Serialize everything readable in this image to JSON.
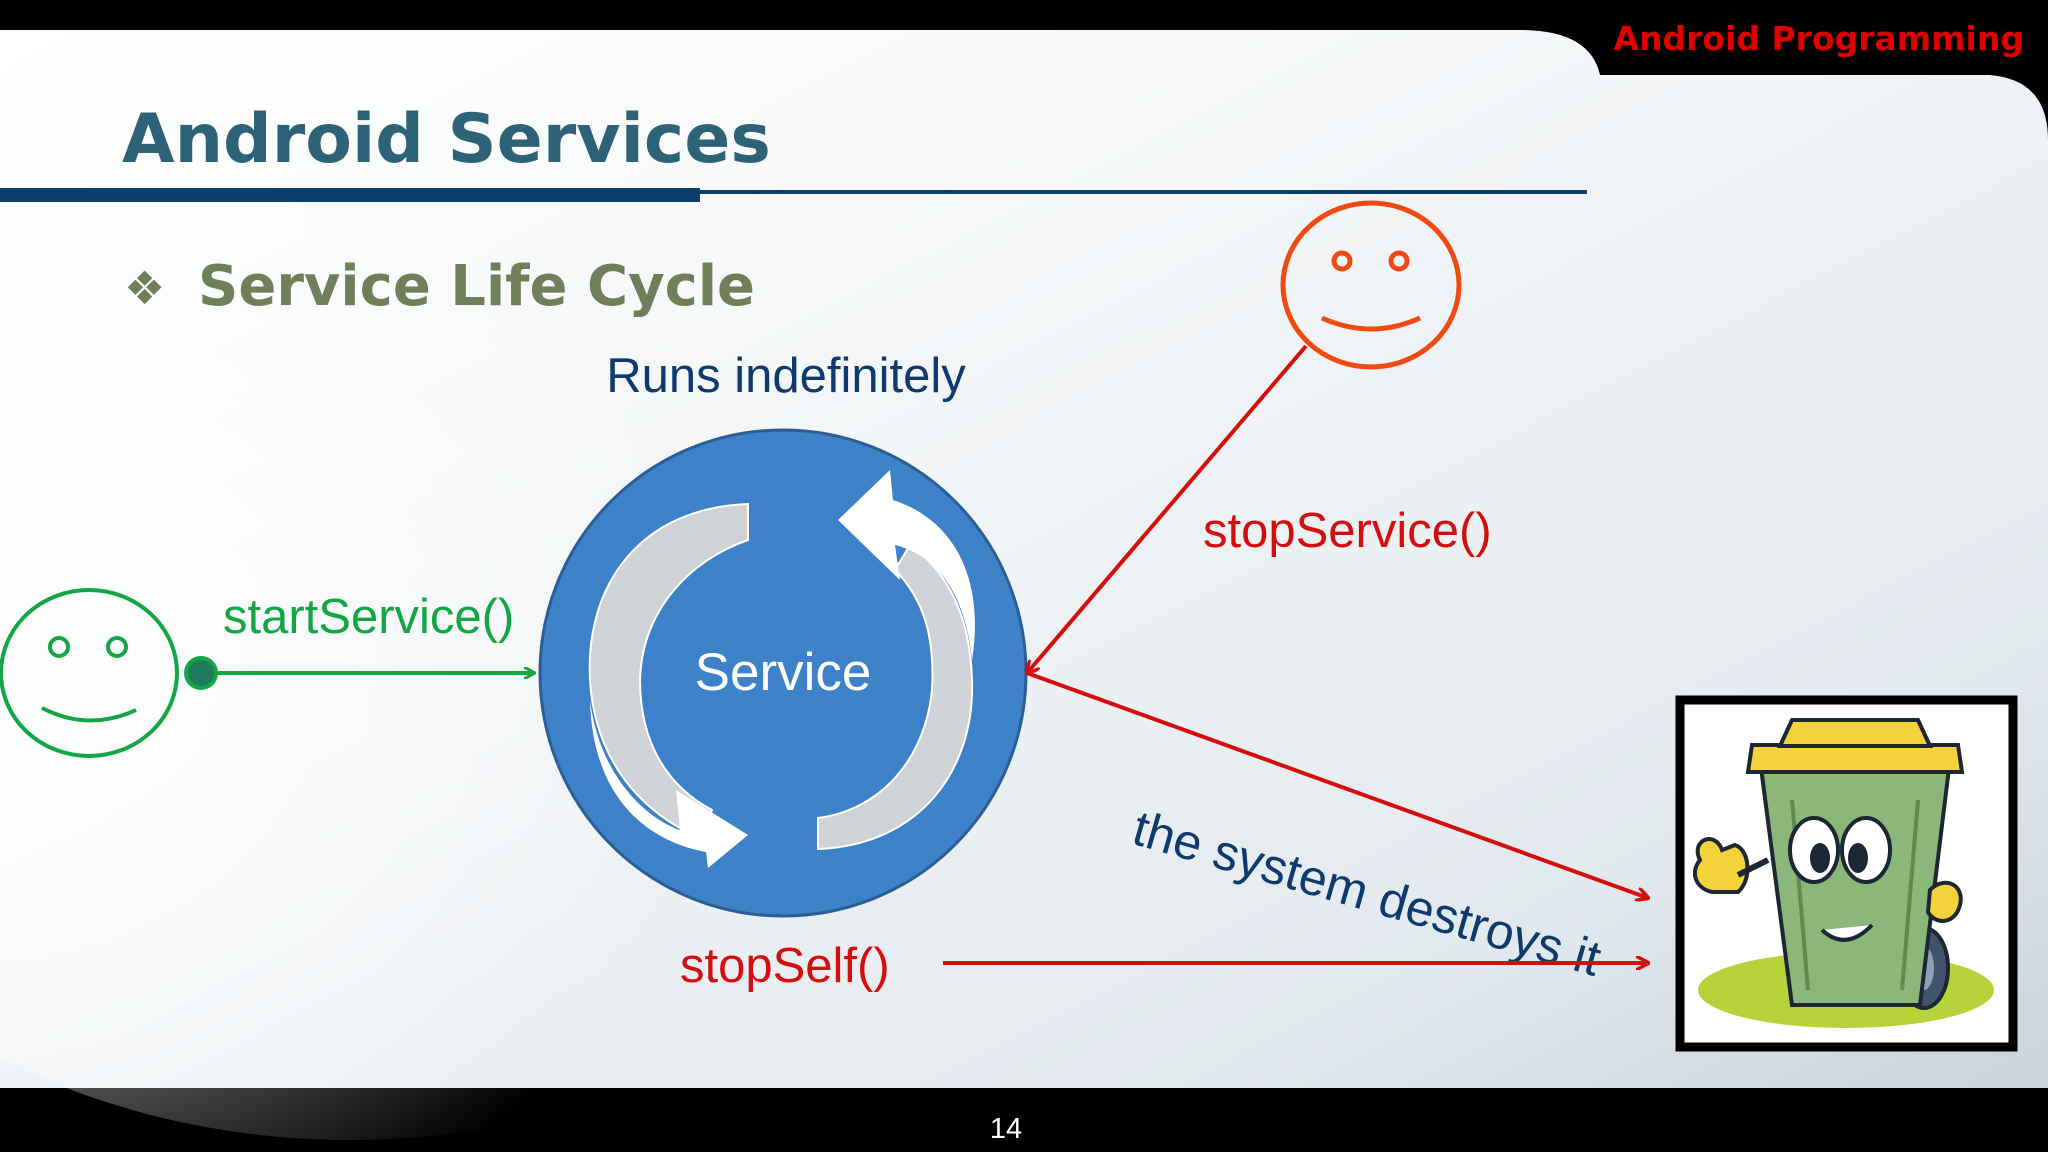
{
  "header": {
    "course": "Android Programming"
  },
  "slide": {
    "title": "Android Services",
    "bullet_glyph": "❖",
    "bullet": "Service Life Cycle",
    "page_number": "14"
  },
  "diagram": {
    "runs_label": "Runs indefinitely",
    "service_label": "Service",
    "start_call": "startService()",
    "stop_service_call": "stopService()",
    "stop_self_call": "stopSelf()",
    "system_destroys": "the system destroys it"
  },
  "colors": {
    "title": "#2e6377",
    "bullet": "#6e7f5a",
    "navy": "#0e3a6e",
    "red": "#d40d0d",
    "green": "#12a645",
    "smiley_red": "#f04a10",
    "service_blue": "#3d82c8",
    "header_red": "#e00000"
  },
  "icons": [
    "happy-face-icon",
    "trash-bin-mascot-icon",
    "cycle-arrows-icon"
  ]
}
